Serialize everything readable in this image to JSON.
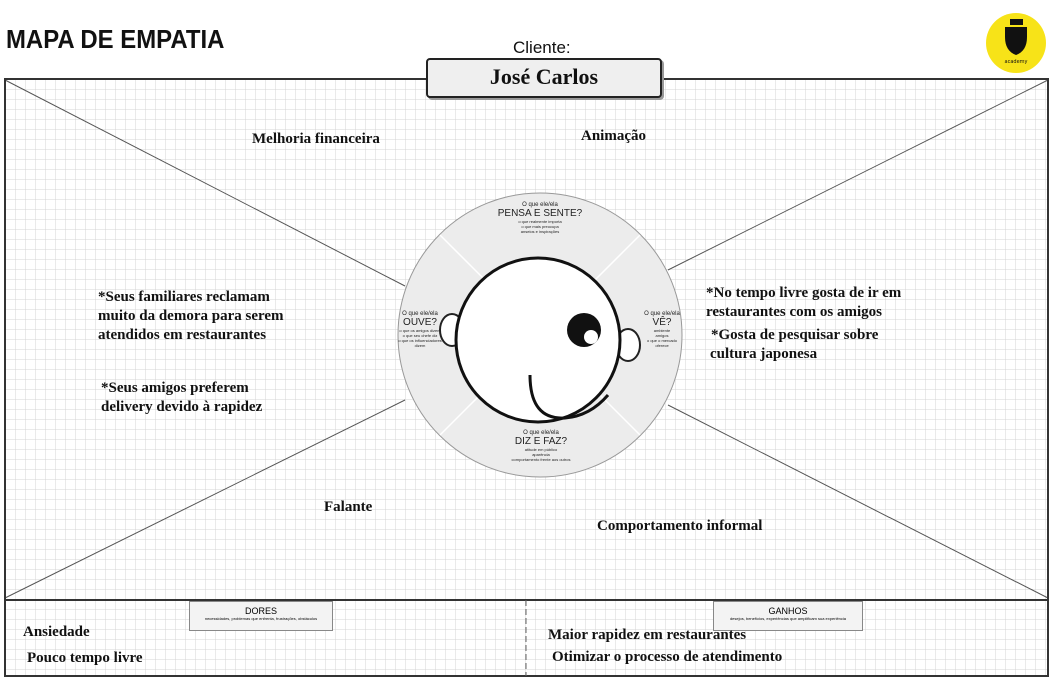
{
  "header": {
    "title": "MAPA DE EMPATIA",
    "client_label": "Cliente:",
    "client_name": "José Carlos"
  },
  "logo": {
    "icon": "dt-academy-logo-icon",
    "color": "#f7e318",
    "text": "academy"
  },
  "center": {
    "top": {
      "prefix": "O que ele/ela",
      "heading": "PENSA E SENTE?",
      "lines": [
        "o que realmente importa",
        "o que mais preocupa",
        "anseios e inspirações"
      ]
    },
    "left": {
      "prefix": "O que ele/ela",
      "heading": "OUVE?",
      "lines": [
        "o que os amigos dizem",
        "o que seu chefe diz",
        "o que os influenciadores dizem"
      ]
    },
    "right": {
      "prefix": "O que ele/ela",
      "heading": "VÊ?",
      "lines": [
        "ambiente",
        "amigos",
        "o que o mercado oferece"
      ]
    },
    "bottom": {
      "prefix": "O que ele/ela",
      "heading": "DIZ E FAZ?",
      "lines": [
        "atitude em público",
        "aparência",
        "comportamento frente aos outros"
      ]
    }
  },
  "notes": {
    "melhoria": "Melhoria financeira",
    "animacao": "Animação",
    "ouve": [
      "*Seus familiares reclamam",
      "muito da demora para serem",
      "atendidos em restaurantes"
    ],
    "ouve2": [
      "*Seus amigos preferem",
      "delivery devido à rapidez"
    ],
    "ve": [
      "*No tempo livre gosta de ir em",
      "restaurantes com os amigos"
    ],
    "ve2": [
      "*Gosta de pesquisar sobre",
      "cultura japonesa"
    ],
    "falante": "Falante",
    "comportamento": "Comportamento informal"
  },
  "dores": {
    "heading": "DORES",
    "sub": "necessidades, problemas que enfrenta, frustrações, obstáculos",
    "items": [
      "Ansiedade",
      "Pouco tempo livre"
    ]
  },
  "ganhos": {
    "heading": "GANHOS",
    "sub": "desejos, benefícios, experiências que amplificam sua experiência",
    "items": [
      "Maior rapidez em restaurantes",
      "Otimizar o processo de atendimento"
    ]
  }
}
